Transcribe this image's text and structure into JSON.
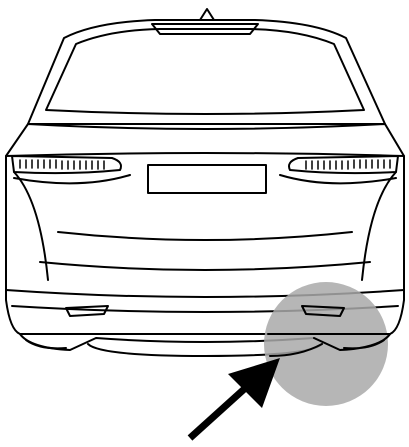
{
  "diagram": {
    "subject": "rear-view-suv-line-drawing",
    "highlight": {
      "color": "#a9a9a9",
      "target": "rear-bumper-right-lower-corner"
    },
    "arrow": {
      "color": "#000000",
      "direction": "up-right"
    },
    "stroke_color": "#000000",
    "background": "#ffffff"
  }
}
